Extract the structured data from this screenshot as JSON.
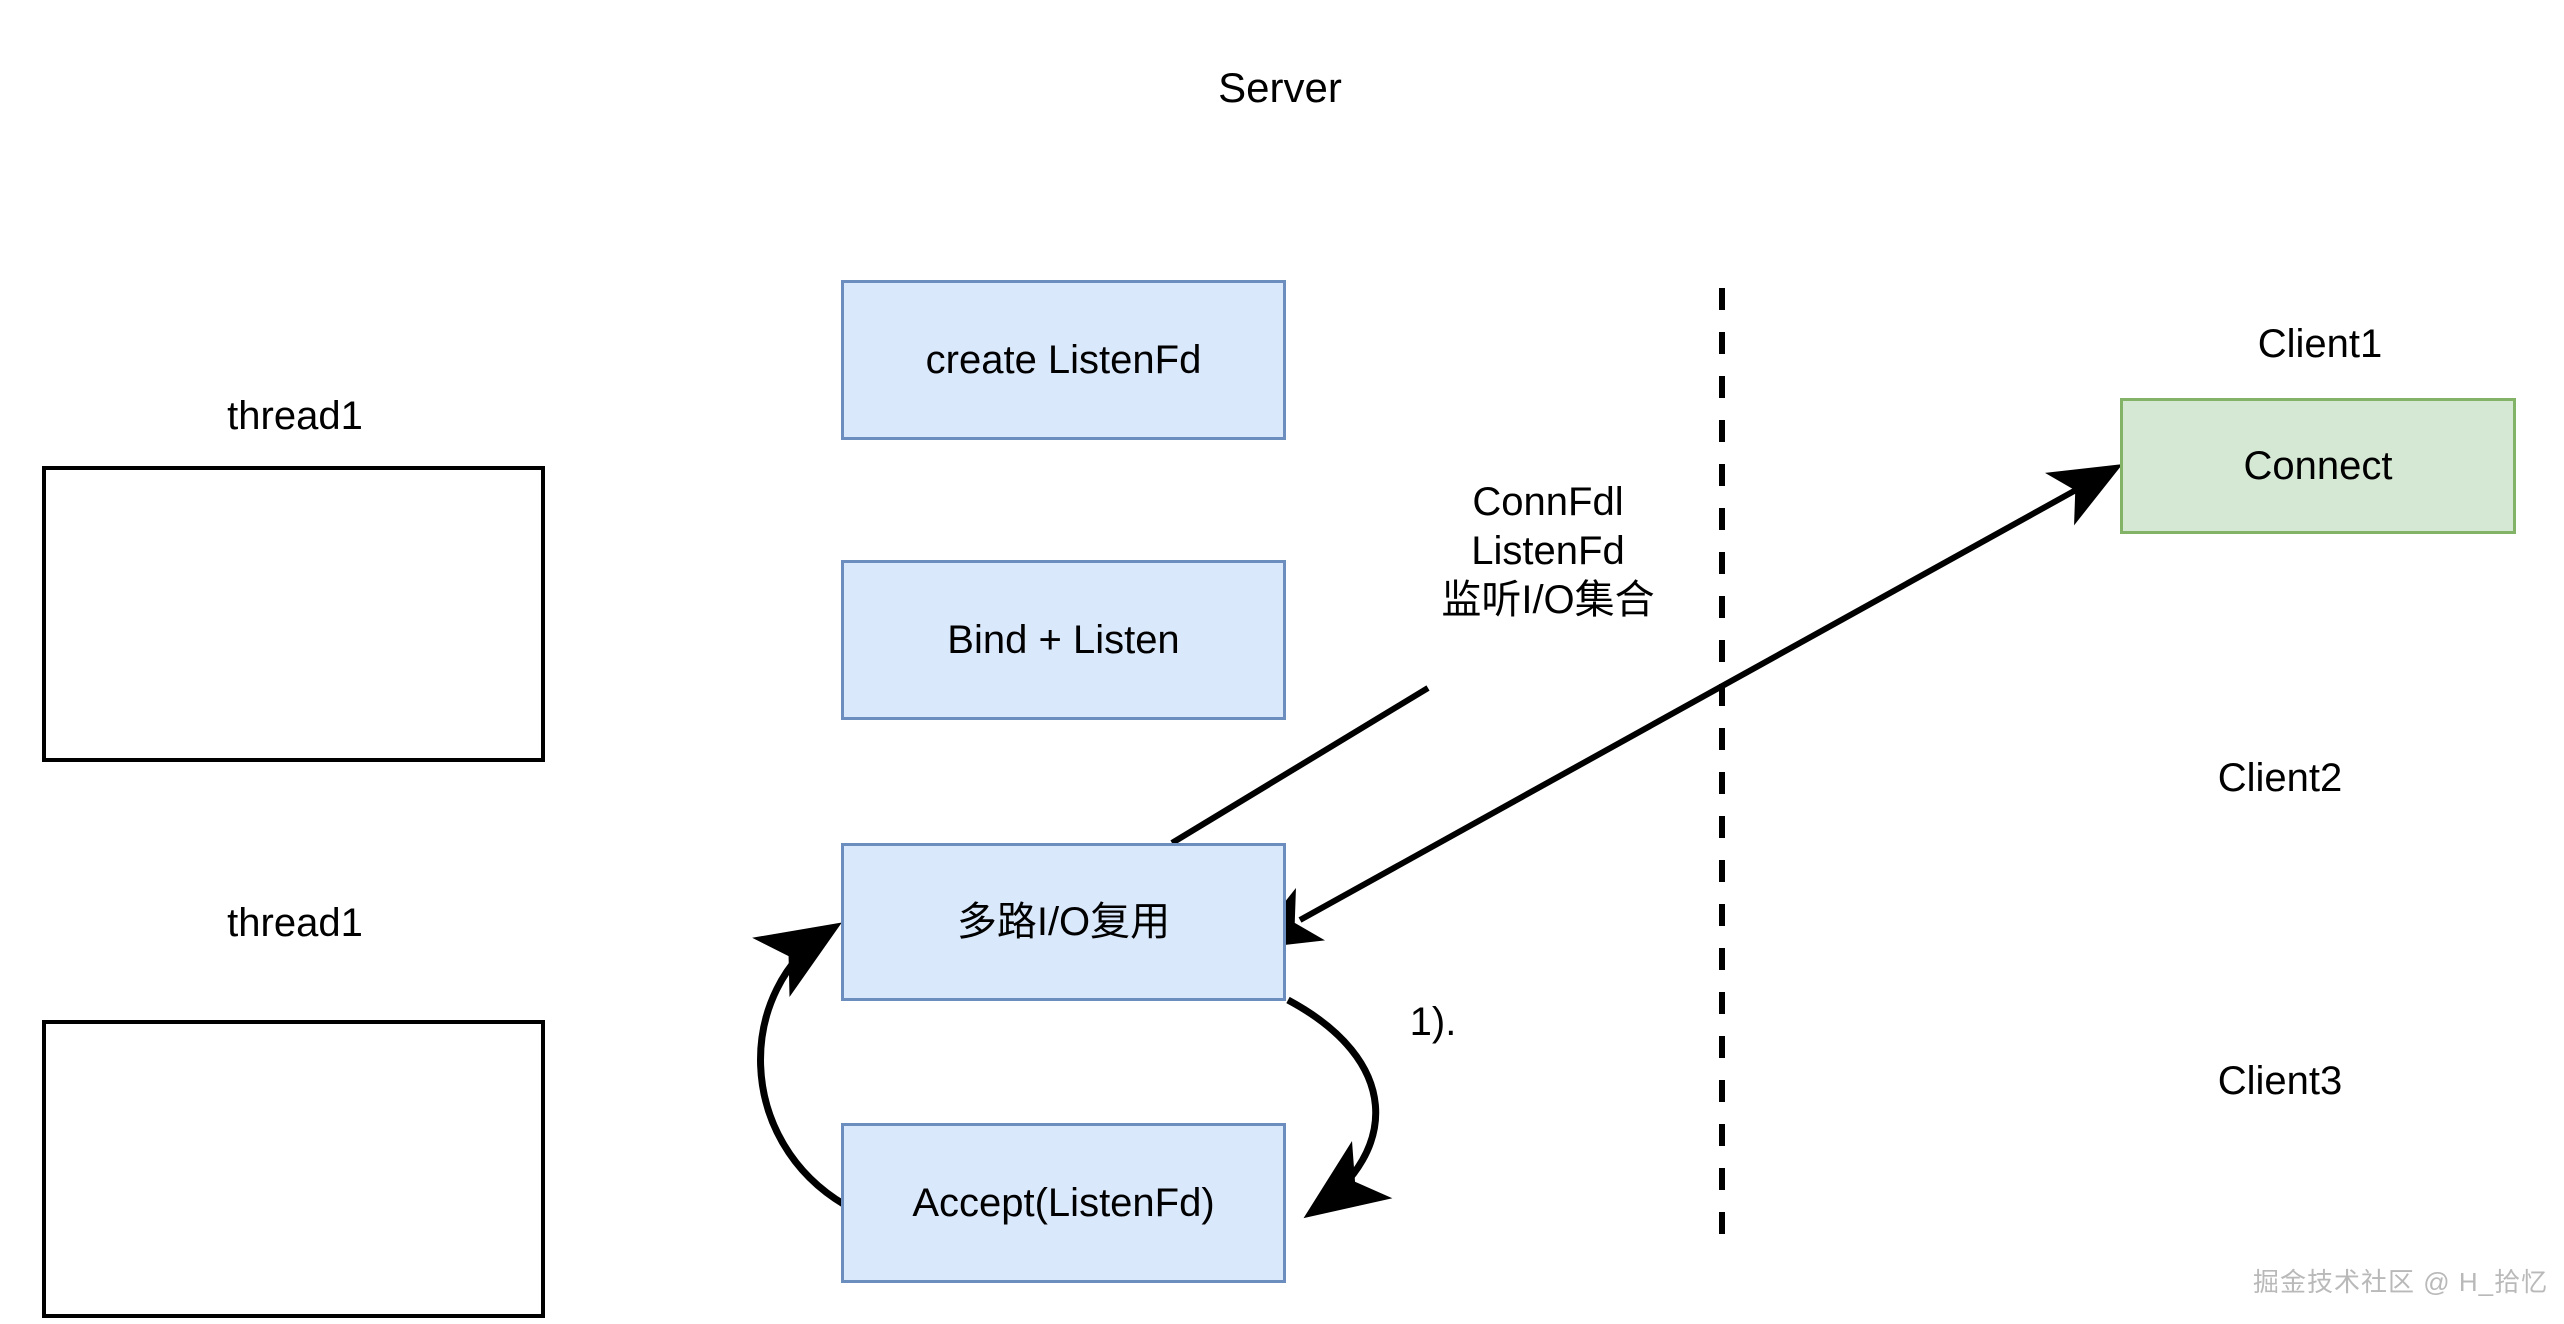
{
  "diagram": {
    "title": "Server",
    "background": "#ffffff",
    "palette": {
      "process_fill": "#dae8fc",
      "process_stroke": "#6c8ebf",
      "client_fill": "#d5e8d4",
      "client_stroke": "#82b366",
      "plain_stroke": "#000000",
      "edge_stroke": "#000000",
      "watermark_color": "#b9b9b9"
    },
    "server_nodes": [
      {
        "id": "create-listenfd",
        "label": "create ListenFd"
      },
      {
        "id": "bind-listen",
        "label": "Bind + Listen"
      },
      {
        "id": "io-multiplex",
        "label": "多路I/O复用"
      },
      {
        "id": "accept-listenfd",
        "label": "Accept(ListenFd)"
      }
    ],
    "thread_groups": [
      {
        "id": "thread-group-1",
        "label": "thread1"
      },
      {
        "id": "thread-group-2",
        "label": "thread1"
      }
    ],
    "clients": [
      {
        "id": "client1",
        "label": "Client1",
        "box_label": "Connect",
        "has_box": true
      },
      {
        "id": "client2",
        "label": "Client2",
        "box_label": "",
        "has_box": false
      },
      {
        "id": "client3",
        "label": "Client3",
        "box_label": "",
        "has_box": false
      }
    ],
    "annotations": [
      {
        "id": "io-set-note",
        "text": "ConnFdl\nListenFd\n监听I/O集合"
      },
      {
        "id": "loop-step-note",
        "text": "1)."
      }
    ],
    "divider": {
      "id": "server-client-divider",
      "style": "dashed-vertical"
    },
    "watermark": "掘金技术社区 @ H_拾忆"
  }
}
